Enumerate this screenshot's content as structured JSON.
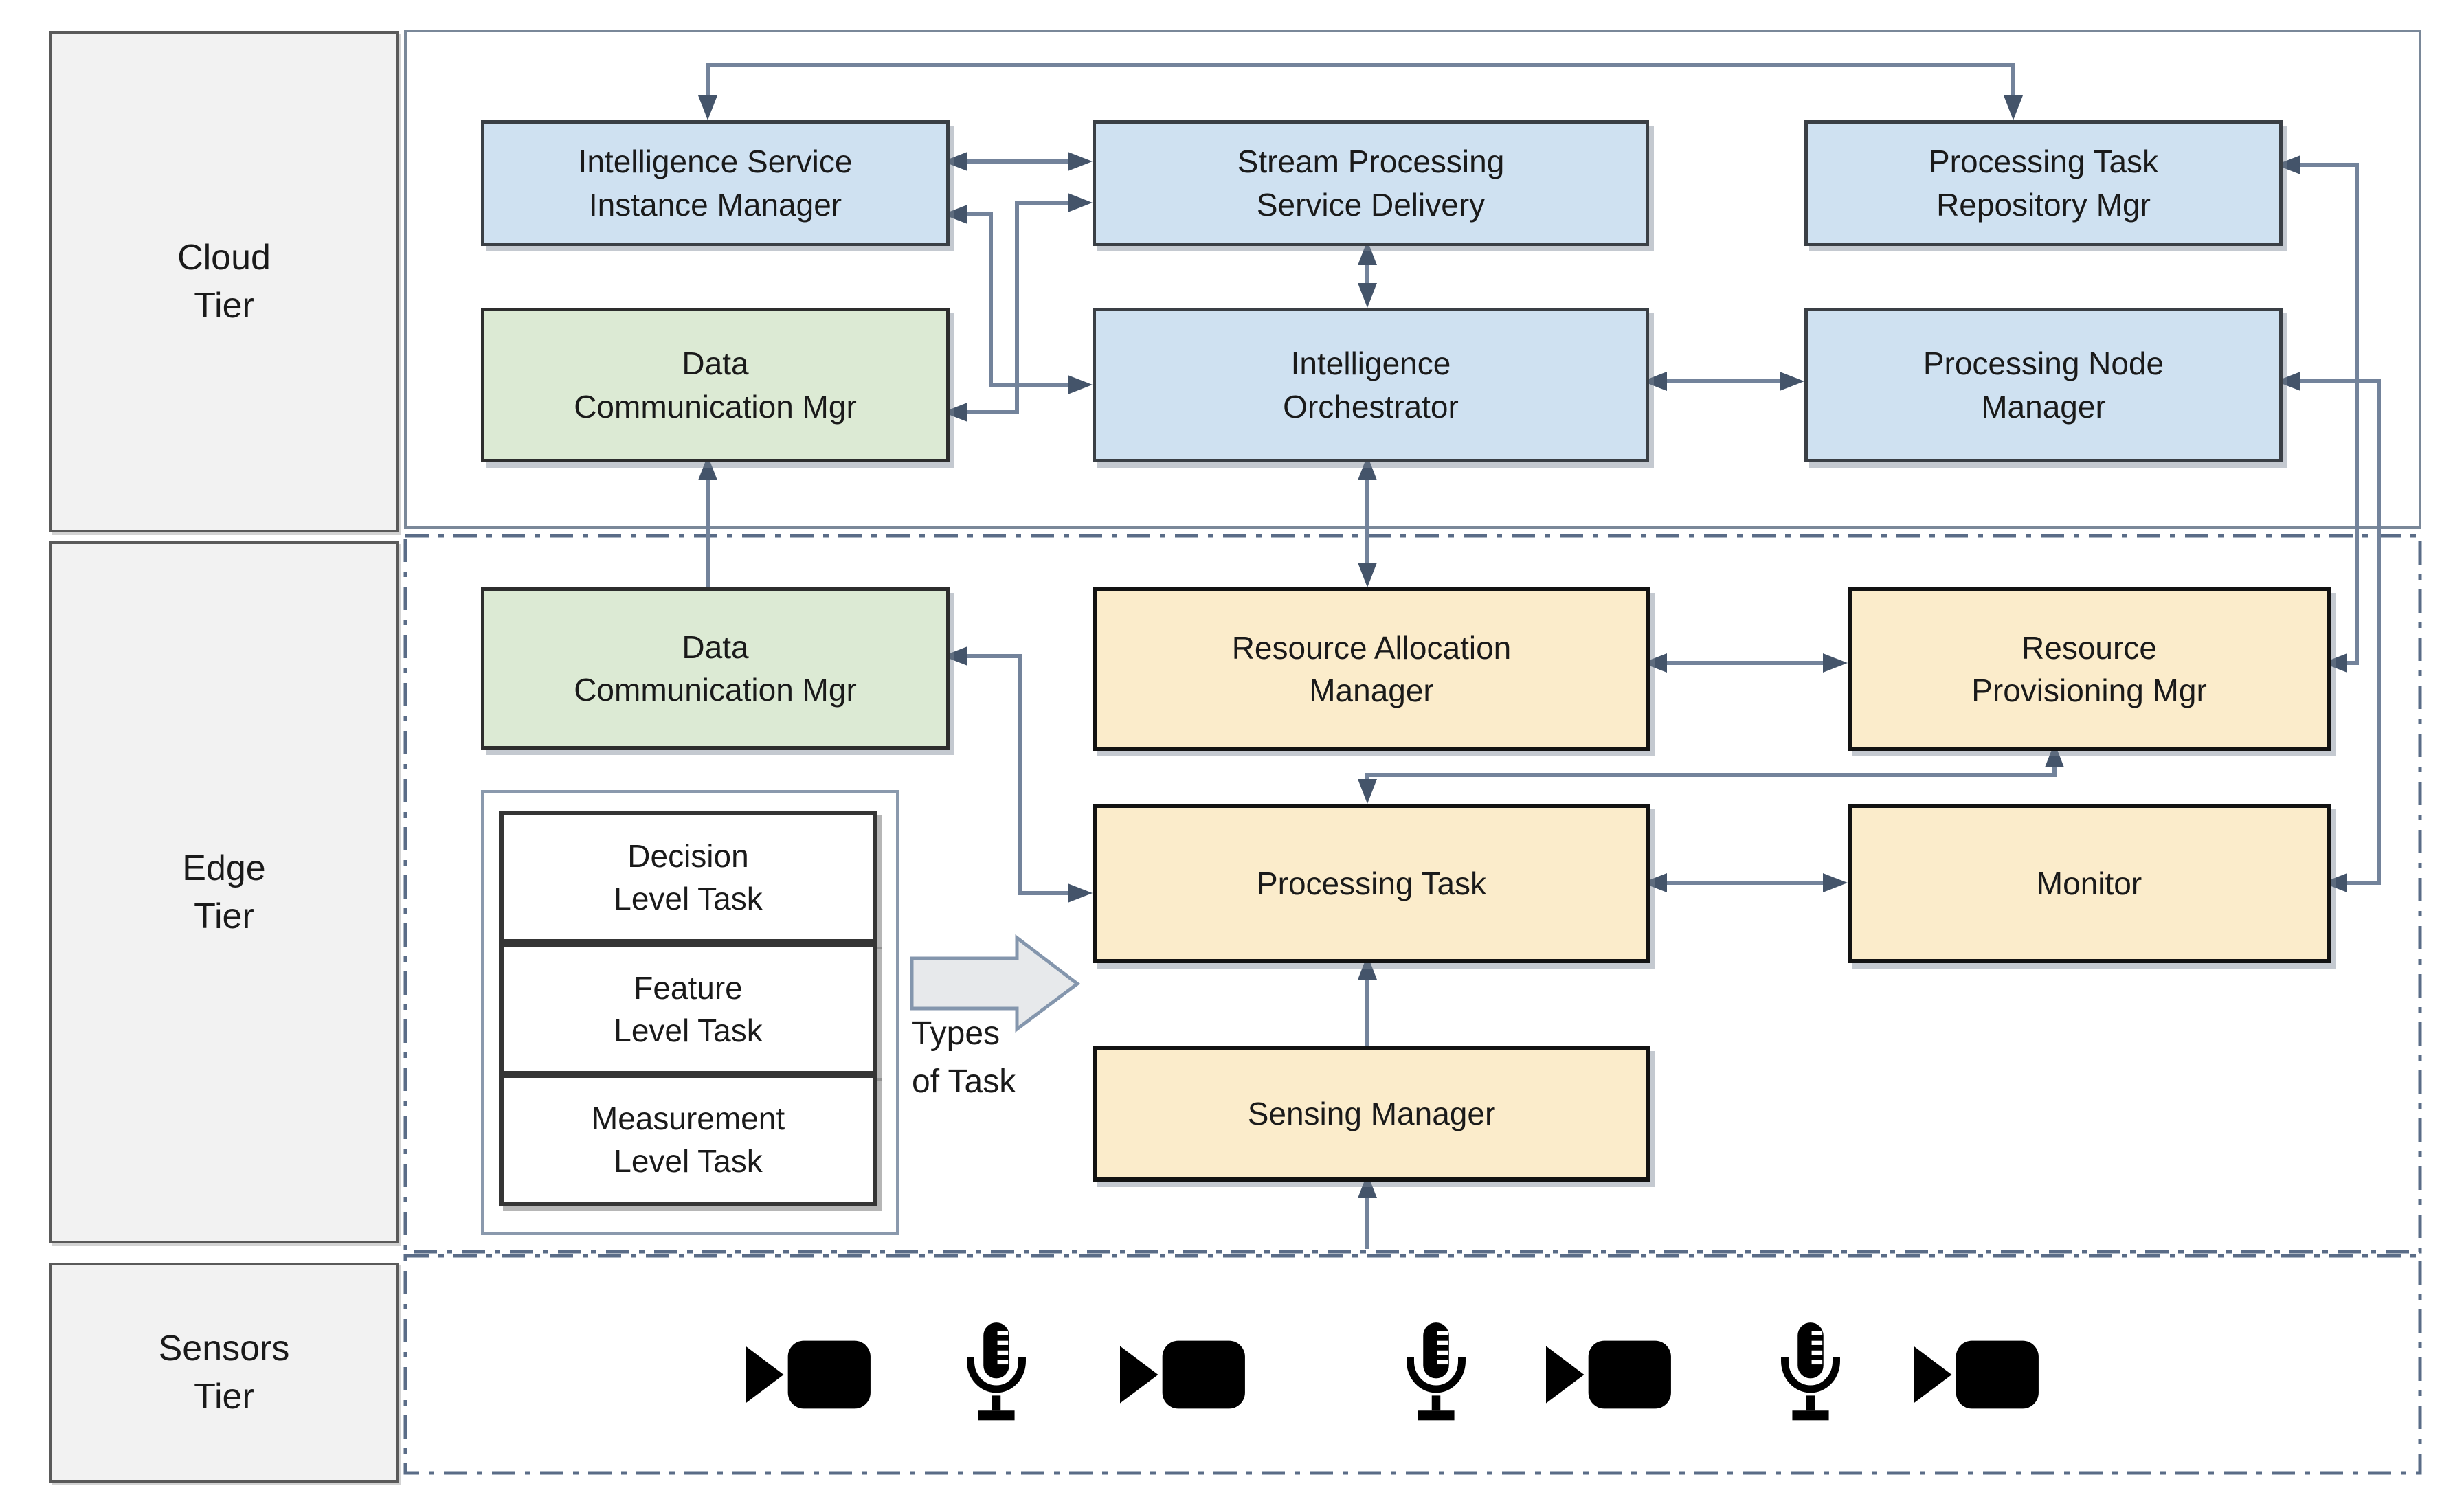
{
  "tiers": {
    "cloud": {
      "label": [
        "Cloud",
        "Tier"
      ]
    },
    "edge": {
      "label": [
        "Edge",
        "Tier"
      ]
    },
    "sensors": {
      "label": [
        "Sensors",
        "Tier"
      ]
    }
  },
  "boxes": {
    "isim": {
      "label": [
        "Intelligence Service",
        "Instance Manager"
      ],
      "color": "blue"
    },
    "spsd": {
      "label": [
        "Stream Processing",
        "Service Delivery"
      ],
      "color": "blue"
    },
    "ptrm": {
      "label": [
        "Processing Task",
        "Repository Mgr"
      ],
      "color": "blue"
    },
    "dcm_cloud": {
      "label": [
        "Data",
        "Communication Mgr"
      ],
      "color": "green"
    },
    "io": {
      "label": [
        "Intelligence",
        "Orchestrator"
      ],
      "color": "blue"
    },
    "pnm": {
      "label": [
        "Processing Node",
        "Manager"
      ],
      "color": "blue"
    },
    "dcm_edge": {
      "label": [
        "Data",
        "Communication Mgr"
      ],
      "color": "green"
    },
    "ram": {
      "label": [
        "Resource Allocation",
        "Manager"
      ],
      "color": "orange"
    },
    "rpm": {
      "label": [
        "Resource",
        "Provisioning Mgr"
      ],
      "color": "orange"
    },
    "processing_task": {
      "label": [
        "Processing Task"
      ],
      "color": "orange"
    },
    "monitor": {
      "label": [
        "Monitor"
      ],
      "color": "orange"
    },
    "sensing_manager": {
      "label": [
        "Sensing Manager"
      ],
      "color": "orange"
    }
  },
  "task_types": {
    "items": [
      [
        "Decision",
        "Level Task"
      ],
      [
        "Feature",
        "Level Task"
      ],
      [
        "Measurement",
        "Level Task"
      ]
    ],
    "arrow_label": [
      "Types",
      "of Task"
    ]
  },
  "sensors_row": {
    "icons": [
      "video-camera-icon",
      "microphone-icon",
      "video-camera-icon",
      "microphone-icon",
      "video-camera-icon",
      "microphone-icon",
      "video-camera-icon"
    ]
  },
  "colors": {
    "box_blue": "#cfe1f1",
    "box_green": "#dcead4",
    "box_orange": "#fbeccb",
    "tier_gray": "#f2f2f2",
    "wire": "#73839b",
    "arrowhead": "#44546a",
    "boundary": "#5a6c87",
    "fat_arrow_fill": "#e7e9eb",
    "fat_arrow_stroke": "#8496ad"
  }
}
